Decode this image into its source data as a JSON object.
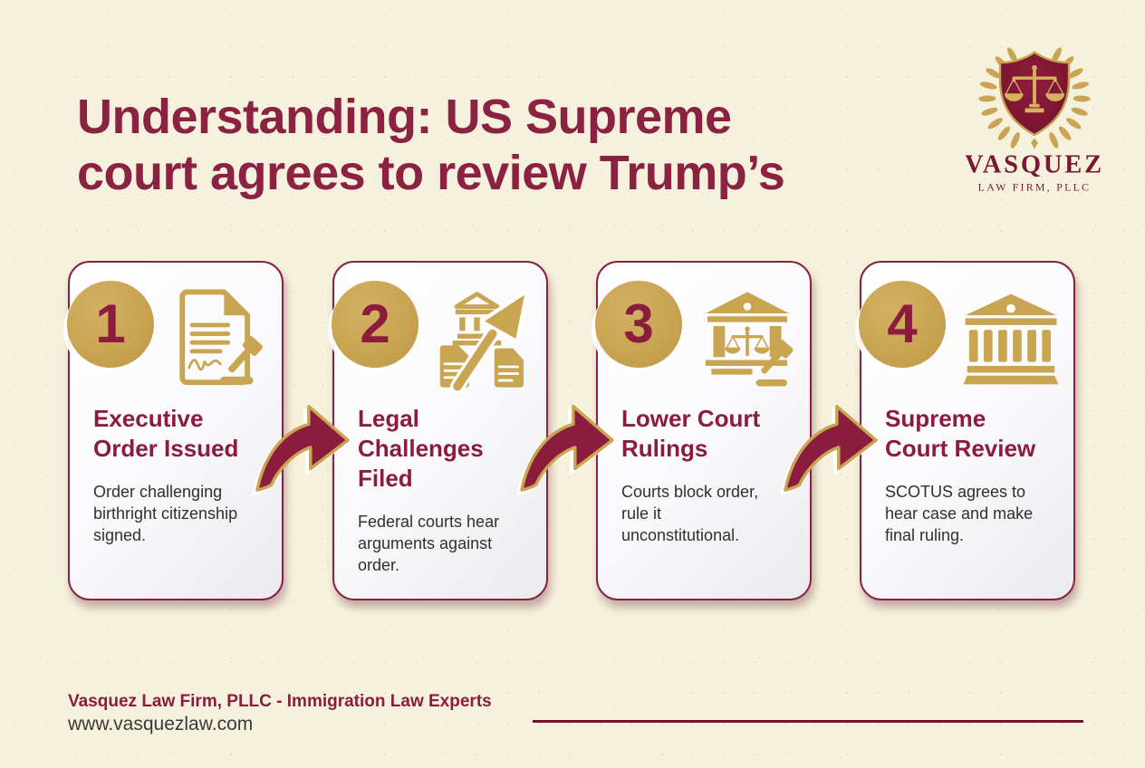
{
  "title": "Understanding: US Supreme\ncourt agrees to review Trump’s",
  "logo": {
    "name": "VASQUEZ",
    "subtitle": "LAW FIRM, PLLC",
    "emblem": "shield-scales-laurel-wreath"
  },
  "steps": [
    {
      "number": "1",
      "icon": "executive-order-icon",
      "heading": "Executive\nOrder Issued",
      "description": "Order challenging\nbirthright citizenship\nsigned."
    },
    {
      "number": "2",
      "icon": "legal-challenges-icon",
      "heading": "Legal\nChallenges\nFiled",
      "description": "Federal courts hear\narguments against\norder."
    },
    {
      "number": "3",
      "icon": "lower-court-icon",
      "heading": "Lower Court\nRulings",
      "description": "Courts block order,\nrule it\nunconstitutional."
    },
    {
      "number": "4",
      "icon": "supreme-court-icon",
      "heading": "Supreme\nCourt Review",
      "description": "SCOTUS agrees to\nhear case and make\nfinal ruling."
    }
  ],
  "footer": {
    "firm_line": "Vasquez Law Firm, PLLC - Immigration Law Experts",
    "website": "www.vasquezlaw.com"
  },
  "colors": {
    "maroon": "#8b1c3e",
    "gold": "#c9a451",
    "background": "#f5f1dc",
    "body_text": "#303030"
  }
}
